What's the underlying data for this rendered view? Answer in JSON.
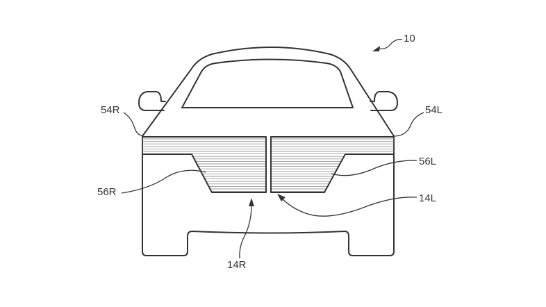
{
  "figure": {
    "labels": {
      "vehicle": "10",
      "panel_right_upper": "54R",
      "panel_left_upper": "54L",
      "panel_right_lower": "56R",
      "panel_left_lower": "56L",
      "module_right": "14R",
      "module_left": "14L"
    },
    "line_color": "#333333",
    "hatch_color": "#9a9a9a"
  }
}
